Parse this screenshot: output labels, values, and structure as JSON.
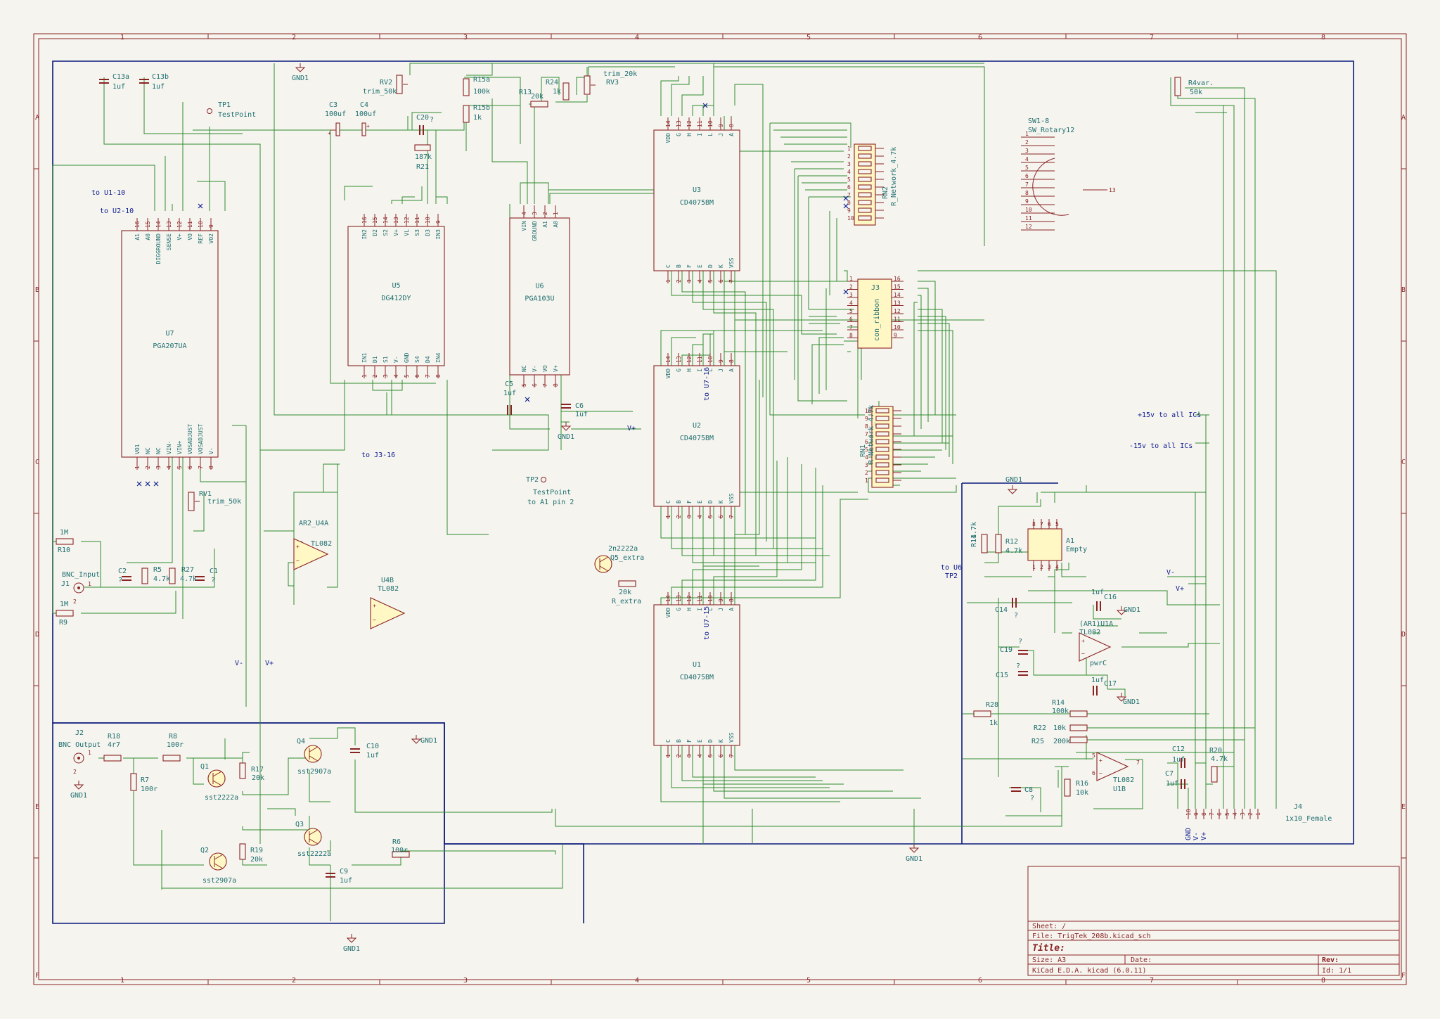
{
  "sheet": {
    "ruler_numbers": [
      "1",
      "2",
      "3",
      "4",
      "5",
      "6",
      "7",
      "8"
    ],
    "ruler_letters": [
      "A",
      "B",
      "C",
      "D",
      "E",
      "F"
    ]
  },
  "title_block": {
    "sheet_label": "Sheet: /",
    "file_label": "File: TrigTek_208b.kicad_sch",
    "title_label": "Title:",
    "size_label": "Size: A3",
    "date_label": "Date:",
    "rev_label": "Rev:",
    "tool_label": "KiCad E.D.A.  kicad (6.0.11)",
    "id_label": "Id: 1/1"
  },
  "ics": {
    "u7": {
      "ref": "U7",
      "value": "PGA207UA",
      "top_pins": [
        "A1",
        "A0",
        "DIGGROUND",
        "SENSE",
        "V+",
        "VO",
        "REF",
        "VO2"
      ],
      "top_nums": [
        "16",
        "15",
        "14",
        "13",
        "12",
        "11",
        "10",
        "9"
      ],
      "bottom_pins": [
        "VO1",
        "NC",
        "NC",
        "VIN-",
        "VIN+",
        "VOSADJUST",
        "VOSADJUST",
        "V-"
      ],
      "bottom_nums": [
        "1",
        "2",
        "3",
        "4",
        "5",
        "6",
        "7",
        "8"
      ]
    },
    "u5": {
      "ref": "U5",
      "value": "DG412DY",
      "top_pins": [
        "IN2",
        "D2",
        "S2",
        "V+",
        "VL",
        "S3",
        "D3",
        "IN3"
      ],
      "top_nums": [
        "16",
        "15",
        "14",
        "13",
        "12",
        "11",
        "10",
        "9"
      ],
      "bottom_pins": [
        "IN1",
        "D1",
        "S1",
        "V-",
        "GND",
        "S4",
        "D4",
        "IN4"
      ],
      "bottom_nums": [
        "1",
        "2",
        "3",
        "4",
        "5",
        "6",
        "7",
        "8"
      ]
    },
    "u6": {
      "ref": "U6",
      "value": "PGA103U",
      "top_pins": [
        "VIN",
        "GROUND",
        "A1",
        "A0"
      ],
      "top_nums": [
        "4",
        "3",
        "2",
        "1"
      ],
      "bottom_pins": [
        "NC",
        "V-",
        "VO",
        "V+"
      ],
      "bottom_nums": [
        "5",
        "6",
        "7",
        "8"
      ]
    },
    "u3": {
      "ref": "U3",
      "value": "CD4075BM",
      "top_pins": [
        "VDD",
        "G",
        "H",
        "I",
        "L",
        "J",
        "A"
      ],
      "top_nums": [
        "14",
        "13",
        "12",
        "11",
        "10",
        "9",
        "8"
      ],
      "bottom_pins": [
        "C",
        "B",
        "F",
        "E",
        "D",
        "K",
        "VSS"
      ],
      "bottom_nums": [
        "1",
        "2",
        "3",
        "4",
        "5",
        "6",
        "7"
      ]
    },
    "u2": {
      "ref": "U2",
      "value": "CD4075BM",
      "top_pins": [
        "VDD",
        "G",
        "H",
        "I",
        "L",
        "J",
        "A"
      ],
      "top_nums": [
        "14",
        "13",
        "12",
        "11",
        "10",
        "9",
        "8"
      ],
      "bottom_pins": [
        "C",
        "B",
        "F",
        "E",
        "D",
        "K",
        "VSS"
      ],
      "bottom_nums": [
        "1",
        "2",
        "3",
        "4",
        "5",
        "6",
        "7"
      ]
    },
    "u1": {
      "ref": "U1",
      "value": "CD4075BM",
      "top_pins": [
        "VDD",
        "G",
        "H",
        "I",
        "L",
        "J",
        "A"
      ],
      "top_nums": [
        "14",
        "13",
        "12",
        "11",
        "10",
        "9",
        "8"
      ],
      "bottom_pins": [
        "C",
        "B",
        "F",
        "E",
        "D",
        "K",
        "VSS"
      ],
      "bottom_nums": [
        "1",
        "2",
        "3",
        "4",
        "5",
        "6",
        "7"
      ]
    },
    "j3": {
      "ref": "J3",
      "value": "con_ribbon",
      "left_nums": [
        "1",
        "2",
        "3",
        "4",
        "5",
        "6",
        "7",
        "8"
      ],
      "right_nums": [
        "16",
        "15",
        "14",
        "13",
        "12",
        "11",
        "10",
        "9"
      ]
    },
    "a1": {
      "ref": "A1",
      "value": "Empty",
      "top_nums": [
        "8",
        "7",
        "6",
        "5"
      ],
      "bottom_nums": [
        "1",
        "2",
        "3",
        "4"
      ]
    }
  },
  "networks": {
    "rn2": {
      "ref": "RN2",
      "value": "R_Network_4.7k",
      "pins": [
        "1",
        "2",
        "3",
        "4",
        "5",
        "6",
        "7",
        "8",
        "9",
        "10"
      ]
    },
    "rn1": {
      "ref": "RN1",
      "value": "R_Network_4.7k",
      "pins": [
        "10",
        "9",
        "8",
        "7",
        "6",
        "5",
        "4",
        "3",
        "2",
        "1"
      ]
    }
  },
  "switch": {
    "ref": "SW1-8",
    "value": "SW_Rotary12",
    "pins": [
      "1",
      "2",
      "3",
      "4",
      "5",
      "6",
      "7",
      "8",
      "9",
      "10",
      "11",
      "12"
    ],
    "common": "13"
  },
  "components": [
    {
      "ref": "C13a",
      "value": "1uf"
    },
    {
      "ref": "C13b",
      "value": "1uf"
    },
    {
      "ref": "TP1",
      "value": "TestPoint"
    },
    {
      "ref": "C3",
      "value": "100uf"
    },
    {
      "ref": "C4",
      "value": "100uf"
    },
    {
      "ref": "RV2",
      "value": "trim_50k"
    },
    {
      "ref": "C20",
      "value": "?"
    },
    {
      "ref": "R21",
      "value": "187k"
    },
    {
      "ref": "R15a",
      "value": "100k"
    },
    {
      "ref": "R15b",
      "value": "1k"
    },
    {
      "ref": "R13",
      "value": "20k"
    },
    {
      "ref": "R24",
      "value": "1k"
    },
    {
      "ref": "RV3",
      "value": "trim_20k"
    },
    {
      "ref": "R4var.",
      "value": "50k"
    },
    {
      "ref": "C5",
      "value": "1uf"
    },
    {
      "ref": "C6",
      "value": "1uf"
    },
    {
      "ref": "TP2",
      "value": "TestPoint"
    },
    {
      "ref": "RV1",
      "value": "trim_50k"
    },
    {
      "ref": "R10",
      "value": "1M"
    },
    {
      "ref": "R9",
      "value": "1M"
    },
    {
      "ref": "J1",
      "value": "BNC_Input"
    },
    {
      "ref": "C2",
      "value": "?"
    },
    {
      "ref": "R5",
      "value": "4.7k"
    },
    {
      "ref": "R27",
      "value": "4.7k"
    },
    {
      "ref": "C1",
      "value": "?"
    },
    {
      "ref": "AR2_U4A",
      "value": "TL082"
    },
    {
      "ref": "U4B",
      "value": "TL082"
    },
    {
      "ref": "Q5_extra",
      "value": "2n2222a"
    },
    {
      "ref": "R_extra",
      "value": "20k"
    },
    {
      "ref": "R11",
      "value": "4.7k"
    },
    {
      "ref": "R12",
      "value": "4.7k"
    },
    {
      "ref": "C14",
      "value": "?"
    },
    {
      "ref": "C16",
      "value": "1uf"
    },
    {
      "ref": "(AR1)U1A",
      "value": "TL082"
    },
    {
      "ref": "C19",
      "value": "?"
    },
    {
      "ref": "C15",
      "value": "?"
    },
    {
      "ref": "C17",
      "value": "1uf"
    },
    {
      "ref": "R28",
      "value": "1k"
    },
    {
      "ref": "R14",
      "value": "100k"
    },
    {
      "ref": "R22",
      "value": "10k"
    },
    {
      "ref": "R25",
      "value": "200k"
    },
    {
      "ref": "C12",
      "value": "1uf"
    },
    {
      "ref": "C7",
      "value": "1uf"
    },
    {
      "ref": "R20",
      "value": "4.7k"
    },
    {
      "ref": "U1B",
      "value": "TL082"
    },
    {
      "ref": "C8",
      "value": "?"
    },
    {
      "ref": "R16",
      "value": "10k"
    },
    {
      "ref": "J4",
      "value": "1x10_Female"
    },
    {
      "ref": "J2",
      "value": "BNC Output"
    },
    {
      "ref": "R18",
      "value": "4r7"
    },
    {
      "ref": "R7",
      "value": "100r"
    },
    {
      "ref": "R8",
      "value": "100r"
    },
    {
      "ref": "Q1",
      "value": "sst2222a"
    },
    {
      "ref": "R17",
      "value": "20k"
    },
    {
      "ref": "Q4",
      "value": "sst2907a"
    },
    {
      "ref": "C10",
      "value": "1uf"
    },
    {
      "ref": "Q2",
      "value": "sst2907a"
    },
    {
      "ref": "R19",
      "value": "20k"
    },
    {
      "ref": "Q3",
      "value": "sst2222a"
    },
    {
      "ref": "R6",
      "value": "100r"
    },
    {
      "ref": "C9",
      "value": "1uf"
    }
  ],
  "net_labels": {
    "to_u1_10": "to U1-10",
    "to_u2_10": "to U2-10",
    "to_j3_16": "to J3-16",
    "to_a1_pin2": "to A1 pin 2",
    "to_u7_16": "to U7-16",
    "to_u7_15": "to U7-15",
    "vplus": "V+",
    "vminus": "V-",
    "p15": "+15v to all ICs",
    "m15": "-15v to all ICs",
    "to_u6": "to U6",
    "tp2": "TP2",
    "pwrc": "pwrC",
    "gnd1": "GND1",
    "gnd": "GND"
  },
  "j4_pins": [
    "10",
    "9",
    "8",
    "7",
    "6",
    "5",
    "4",
    "3",
    "2",
    "1"
  ],
  "j4_pin_labels": [
    "GND",
    "V-",
    "V+"
  ]
}
